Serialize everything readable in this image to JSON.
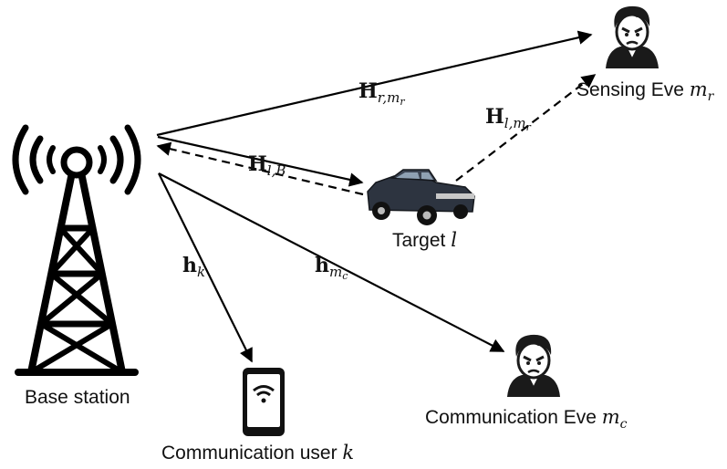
{
  "nodes": {
    "base_station": {
      "label": "Base station"
    },
    "user": {
      "label": "Communication user ",
      "symbol": "k"
    },
    "target": {
      "label": "Target ",
      "symbol": "l"
    },
    "sensing_eve": {
      "label": "Sensing Eve ",
      "symbol": "m",
      "sub": "r"
    },
    "comm_eve": {
      "label": "Communication Eve ",
      "symbol": "m",
      "sub": "c"
    }
  },
  "channels": {
    "h_r_mr": {
      "main": "H",
      "sub": "r,m",
      "subsub": "r"
    },
    "h_l_B": {
      "main": "H",
      "sub": "l,B"
    },
    "h_l_mr": {
      "main": "H",
      "sub": "l,m",
      "subsub": "r"
    },
    "h_k": {
      "main": "h",
      "sub": "k"
    },
    "h_mc": {
      "main": "h",
      "sub": "m",
      "subsub": "c"
    }
  },
  "colors": {
    "line": "#000000",
    "eve_hair": "#1a1a1a",
    "car_body": "#2d3440",
    "phone": "#111111"
  }
}
